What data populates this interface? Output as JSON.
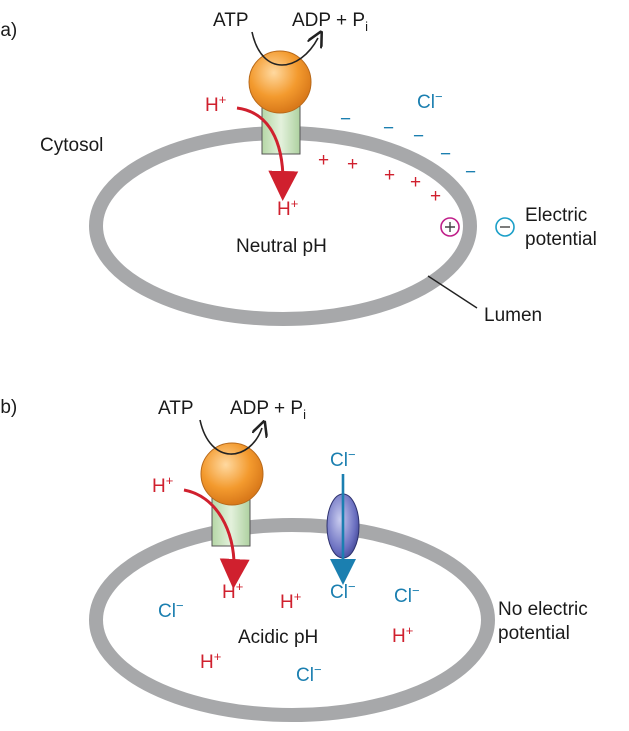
{
  "colors": {
    "membrane": "#a7a8aa",
    "pump_head": "#f39a2e",
    "pump_stalk": "#cfe6c3",
    "proton": "#d0202e",
    "chloride": "#1b7fb0",
    "channel": "#5a5fb0",
    "positive_sign": "#c0208a"
  },
  "panel_a": {
    "label": "(a)",
    "atp": "ATP",
    "adp": "ADP + P",
    "adp_sub": "i",
    "h_out": "H",
    "h_in": "H",
    "plus_sup": "+",
    "cl": "Cl",
    "minus_sup": "−",
    "cytosol": "Cytosol",
    "neutral_ph": "Neutral pH",
    "electric_1": "Electric",
    "electric_2": "potential",
    "lumen": "Lumen",
    "plus_sign": "+",
    "minus_sign": "−",
    "positive_icon": "plus-circle-icon",
    "negative_icon": "minus-circle-icon"
  },
  "panel_b": {
    "label": "(b)",
    "atp": "ATP",
    "adp": "ADP + P",
    "adp_sub": "i",
    "h": "H",
    "plus_sup": "+",
    "cl": "Cl",
    "minus_sup": "−",
    "acidic_ph": "Acidic pH",
    "no_electric_1": "No electric",
    "no_electric_2": "potential"
  }
}
